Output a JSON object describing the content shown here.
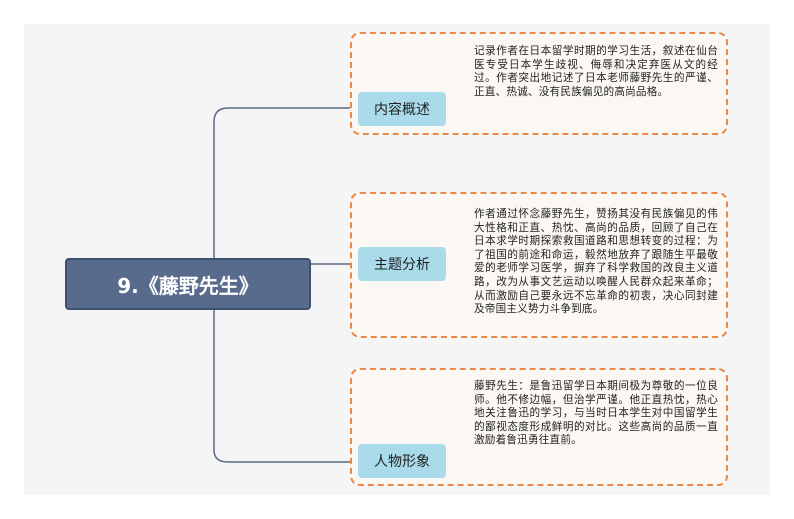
{
  "root": {
    "title": "9.《藤野先生》"
  },
  "branches": [
    {
      "label": "内容概述",
      "text": "记录作者在日本留学时期的学习生活，叙述在仙台医专受日本学生歧视、侮辱和决定弃医从文的经过。作者突出地记述了日本老师藤野先生的严谨、正直、热诚、没有民族偏见的高尚品格。"
    },
    {
      "label": "主题分析",
      "text": "作者通过怀念藤野先生，赞扬其没有民族偏见的伟大性格和正直、热忱、高尚的品质，回顾了自己在日本求学时期探索救国道路和思想转变的过程：为了祖国的前途和命运，毅然地放弃了跟随生平最敬爱的老师学习医学，摒弃了科学救国的改良主义道路，改为从事文艺运动以唤醒人民群众起来革命；从而激励自己要永远不忘革命的初衷，决心同封建及帝国主义势力斗争到底。"
    },
    {
      "label": "人物形象",
      "text": "藤野先生：是鲁迅留学日本期间极为尊敬的一位良师。他不修边幅，但治学严谨。他正直热忱，热心地关注鲁迅的学习，与当时日本学生对中国留学生的鄙视态度形成鲜明的对比。这些高尚的品质一直激励着鲁迅勇往直前。"
    }
  ],
  "colors": {
    "root_fill": "#586b8c",
    "branch_fill": "#a9dbea",
    "dashed_border": "#e8894a",
    "connector": "#5a6a82"
  }
}
